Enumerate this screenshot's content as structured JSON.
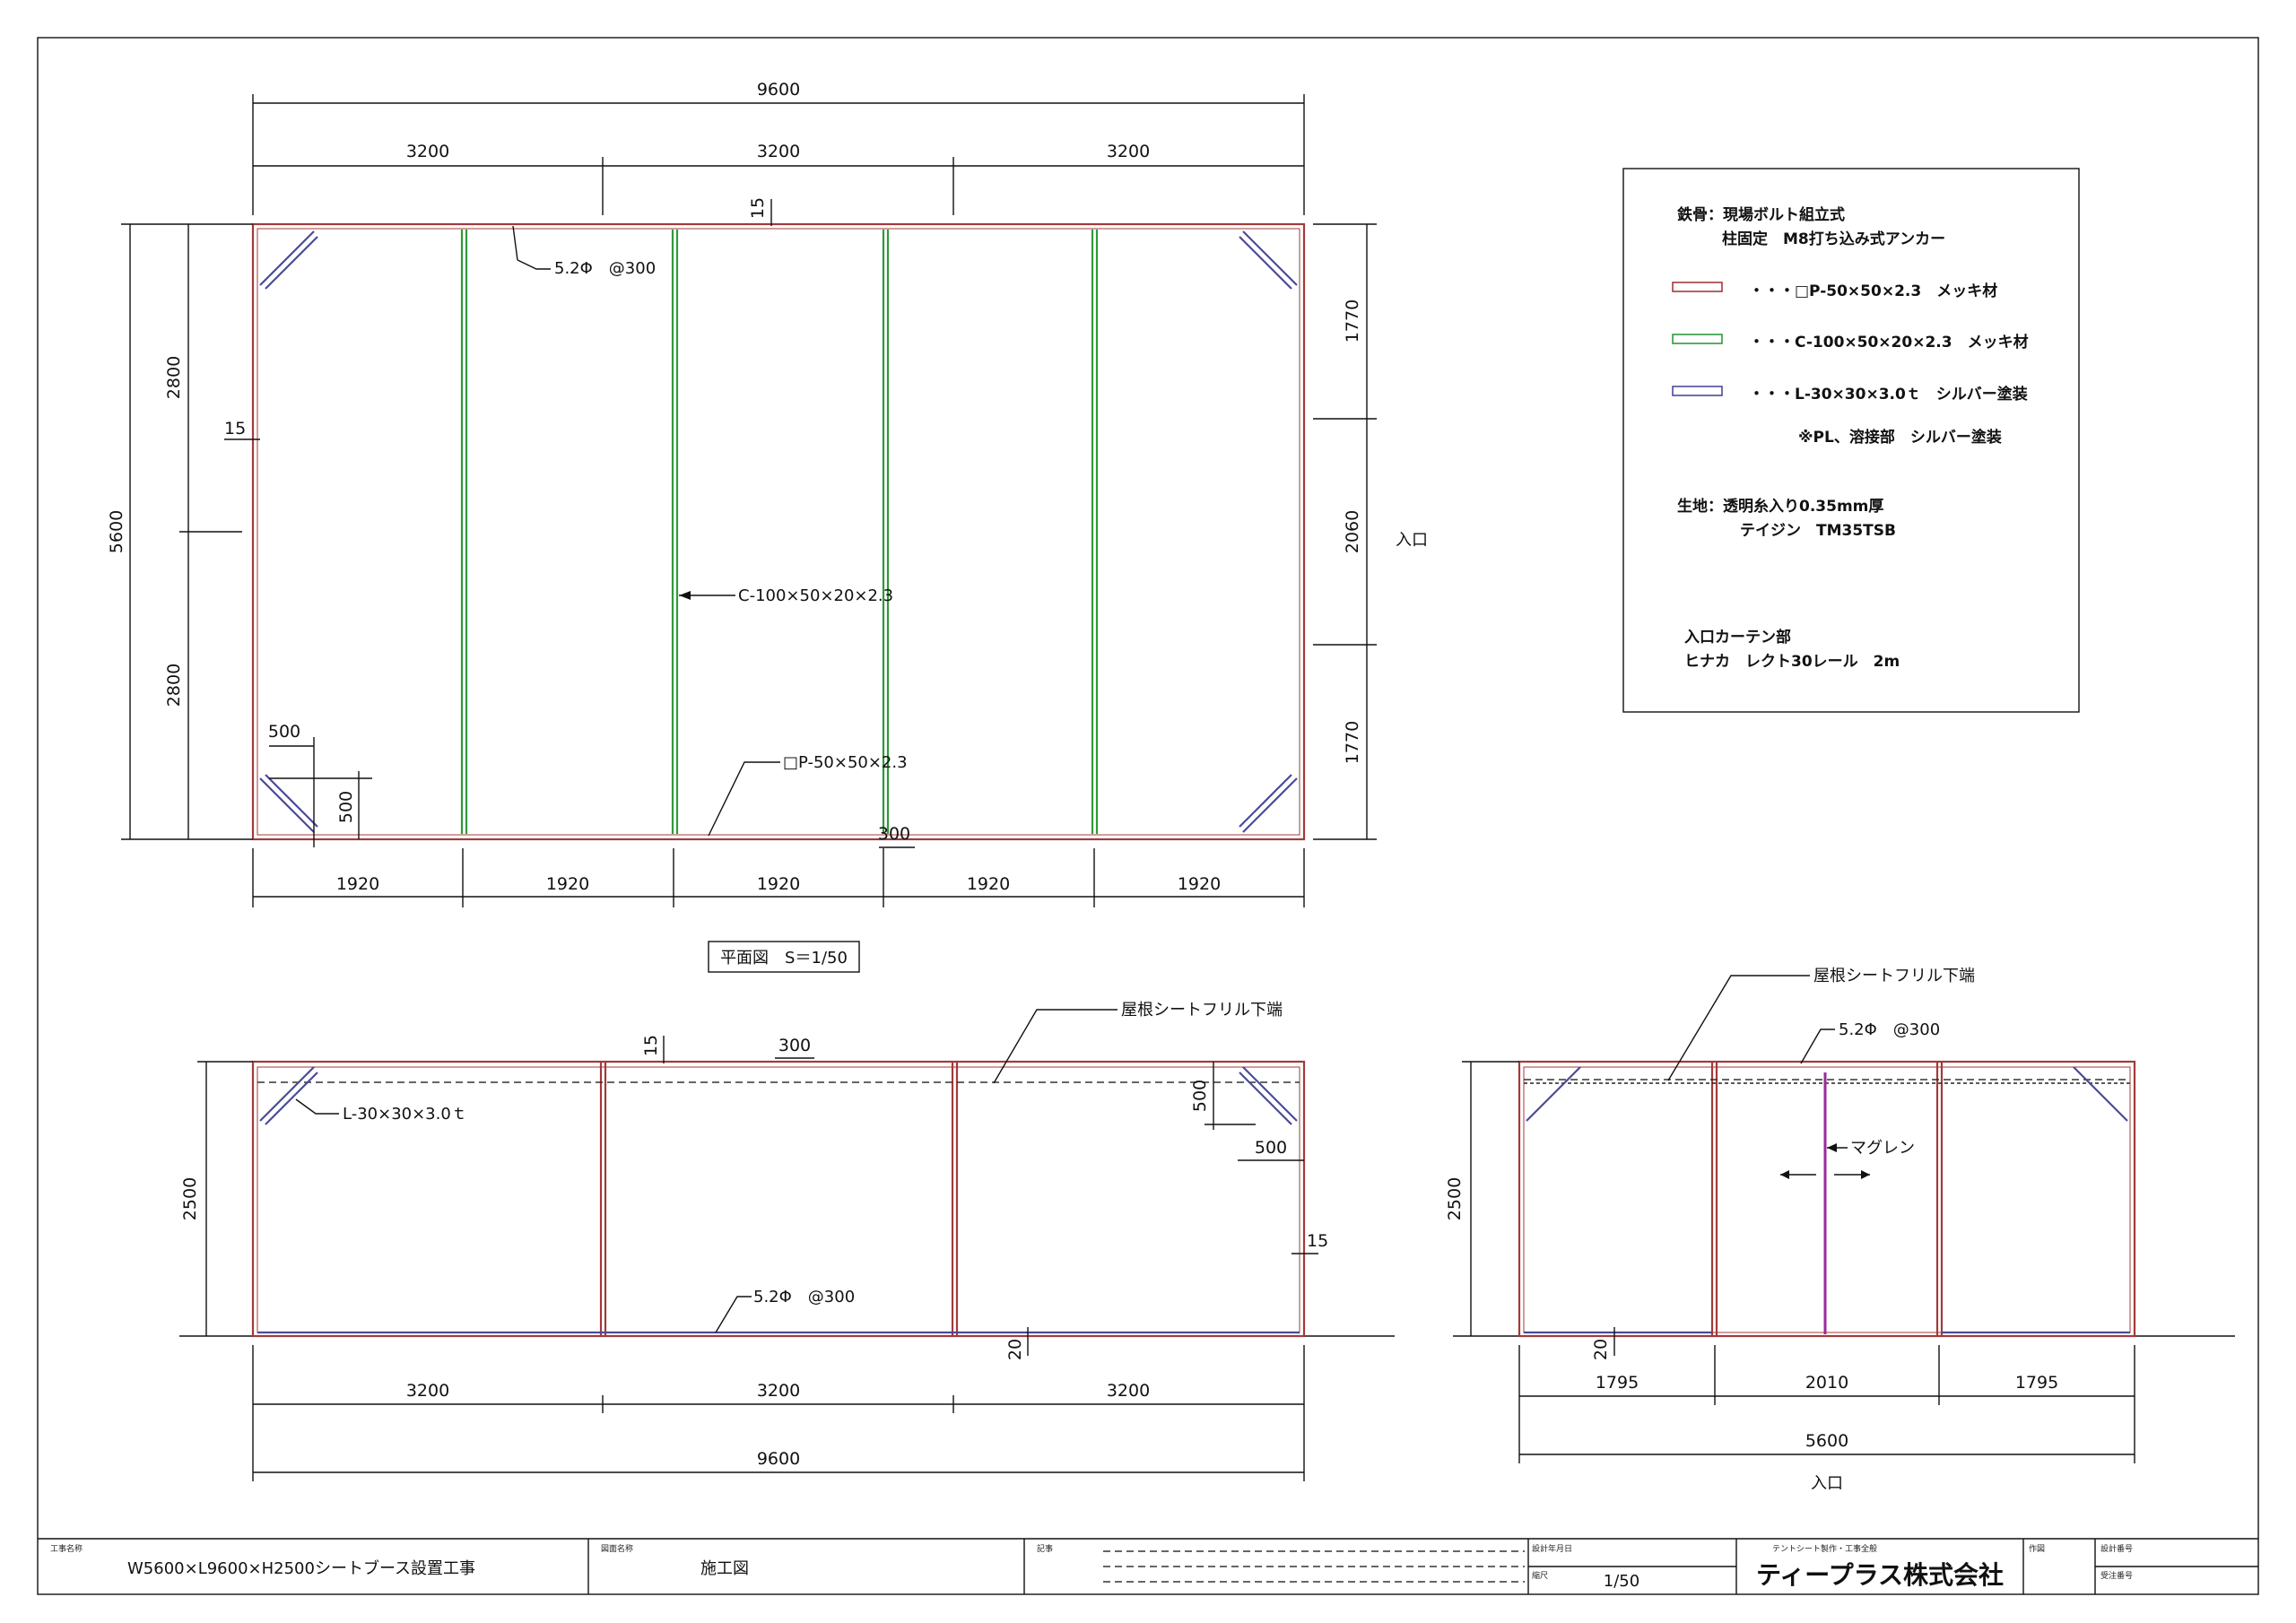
{
  "plan": {
    "overall_length": "9600",
    "bays3": [
      "3200",
      "3200",
      "3200"
    ],
    "bays5": [
      "1920",
      "1920",
      "1920",
      "1920",
      "1920"
    ],
    "height_total": "5600",
    "height_halves": [
      "2800",
      "2800"
    ],
    "right_dims": [
      "1770",
      "2060",
      "1770"
    ],
    "entrance": "入口",
    "dim_15_top": "15",
    "dim_15_left": "15",
    "dim_500_h": "500",
    "dim_500_v": "500",
    "dim_300": "300",
    "callout_bolt": "5.2Φ　@300",
    "callout_channel": "C-100×50×20×2.3",
    "callout_pipe": "□P-50×50×2.3",
    "title_box": "平面図　S＝1/50"
  },
  "legend": {
    "steel_line1": "鉄骨：現場ボルト組立式",
    "steel_line2": "柱固定　M8打ち込み式アンカー",
    "item1": "・・・□P-50×50×2.3　メッキ材",
    "item2": "・・・C-100×50×20×2.3　メッキ材",
    "item3": "・・・L-30×30×3.0ｔ　シルバー塗装",
    "note": "※PL、溶接部　シルバー塗装",
    "fabric_line1": "生地：透明糸入り0.35mm厚",
    "fabric_line2": "テイジン　TM35TSB",
    "curtain_line1": "入口カーテン部",
    "curtain_line2": "ヒナカ　レクト30レール　2m",
    "colors": {
      "pipe": "#a33a3a",
      "channel": "#2f9a3a",
      "angle": "#4a4a99"
    }
  },
  "side": {
    "height": "2500",
    "bays": [
      "3200",
      "3200",
      "3200"
    ],
    "overall": "9600",
    "dim_15_top": "15",
    "dim_15_right": "15",
    "dim_300": "300",
    "dim_500_v": "500",
    "dim_500_h": "500",
    "dim_20": "20",
    "callout_roof": "屋根シートフリル下端",
    "callout_angle": "L-30×30×3.0ｔ",
    "callout_bolt": "5.2Φ　@300"
  },
  "front": {
    "height": "2500",
    "bays": [
      "1795",
      "2010",
      "1795"
    ],
    "overall": "5600",
    "entrance": "入口",
    "dim_20": "20",
    "callout_roof": "屋根シートフリル下端",
    "callout_bolt": "5.2Φ　@300",
    "callout_magnet": "マグレン"
  },
  "title_block": {
    "project_label": "工事名称",
    "project_name": "W5600×L9600×H2500シートブース設置工事",
    "drawing_label": "図面名称",
    "drawing_name": "施工図",
    "notes_label": "記事",
    "date_label": "設計年月日",
    "scale_label": "縮尺",
    "scale_value": "1/50",
    "company_label": "テントシート製作・工事全般",
    "company_name": "ティープラス株式会社",
    "author_label": "作図",
    "design_no_label": "設計番号",
    "order_no_label": "受注番号"
  }
}
